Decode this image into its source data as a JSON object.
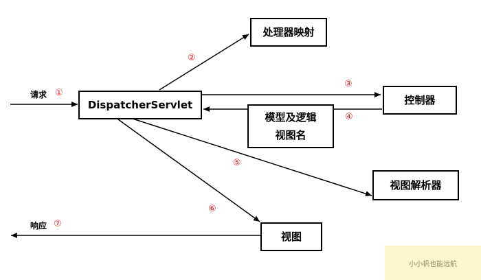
{
  "boxes": {
    "dispatcher": "DispatcherServlet",
    "handler_mapping": "处理器映射",
    "controller": "控制器",
    "model_and_view_line1": "模型及逻辑",
    "model_and_view_line2": "视图名",
    "view_resolver": "视图解析器",
    "view": "视图"
  },
  "labels": {
    "request": "请求",
    "response": "响应"
  },
  "steps": {
    "s1": "①",
    "s2": "②",
    "s3": "③",
    "s4": "④",
    "s5": "⑤",
    "s6": "⑥",
    "s7": "⑦"
  },
  "watermark": "小小帆也能远航",
  "colors": {
    "step_numbers": "#e02020",
    "watermark_bg": "#fdf7cf"
  }
}
